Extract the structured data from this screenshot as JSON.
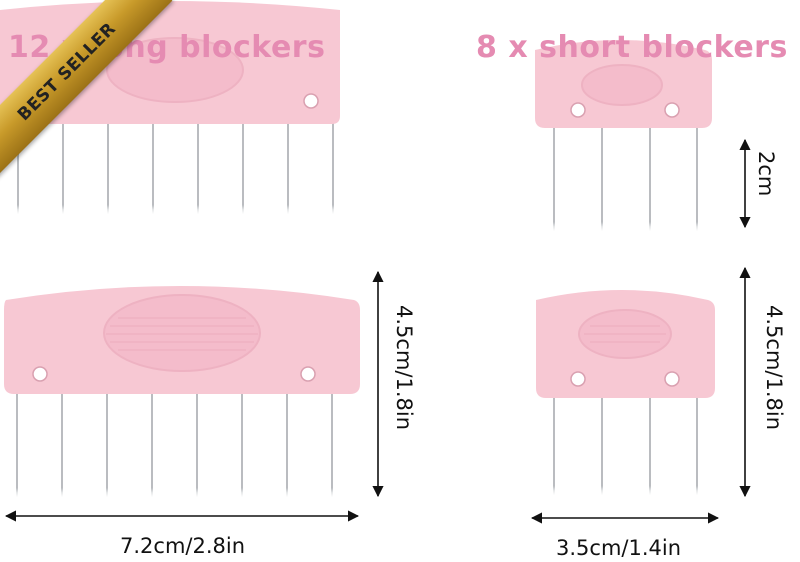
{
  "badge": {
    "label": "BEST SELLER"
  },
  "headings": {
    "long": "12 x long blockers",
    "short": "8 x short blockers"
  },
  "dimensions": {
    "long_width": "7.2cm/2.8in",
    "long_height": "4.5cm/1.8in",
    "short_width": "3.5cm/1.4in",
    "short_height": "4.5cm/1.8in",
    "short_pin_length": "2cm"
  },
  "colors": {
    "blocker_pink": "#f7c8d3",
    "heading_pink": "#e58bb2",
    "badge_gold": "#c89a2a",
    "pin_steel": "#b9bcc0"
  }
}
